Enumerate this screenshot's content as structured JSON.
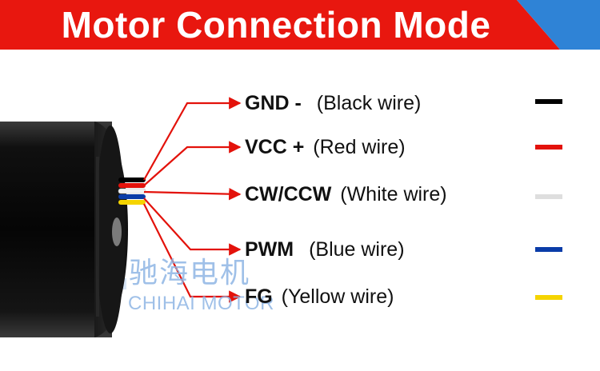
{
  "header": {
    "title": "Motor Connection Mode",
    "banner_color": "#e8170f",
    "accent_color": "#2f83d6"
  },
  "wires": [
    {
      "code": "GND -",
      "desc": "(Black wire)",
      "color": "#000000"
    },
    {
      "code": "VCC +",
      "desc": "(Red wire)",
      "color": "#e3120b"
    },
    {
      "code": "CW/CCW",
      "desc": "(White wire)",
      "color": "#dedede"
    },
    {
      "code": "PWM",
      "desc": "(Blue wire)",
      "color": "#0a3ca8"
    },
    {
      "code": "FG",
      "desc": "(Yellow wire)",
      "color": "#f5d400"
    }
  ],
  "arrow_color": "#e3120b",
  "watermark": {
    "cn": "驰海电机",
    "en": "CHIHAI MOTOR",
    "color": "#8fb6e4"
  }
}
